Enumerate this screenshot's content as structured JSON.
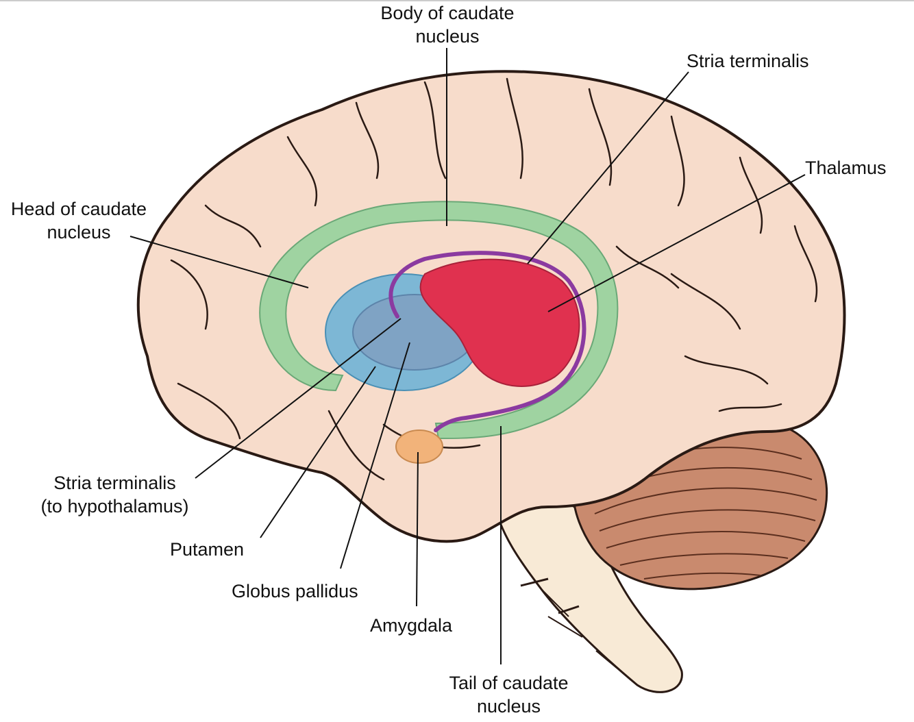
{
  "labels": {
    "body_caudate": [
      "Body of caudate",
      "nucleus"
    ],
    "stria_terminalis_top": "Stria terminalis",
    "thalamus": "Thalamus",
    "head_caudate": [
      "Head of caudate",
      "nucleus"
    ],
    "stria_terminalis_bottom": [
      "Stria terminalis",
      "(to hypothalamus)"
    ],
    "putamen": "Putamen",
    "globus_pallidus": "Globus pallidus",
    "amygdala": "Amygdala",
    "tail_caudate": [
      "Tail of caudate",
      "nucleus"
    ]
  },
  "colors": {
    "cortex": "#f7dccb",
    "outline": "#2a1a14",
    "caudate": "#8fd19a",
    "putamen": "#6fb3d6",
    "globus_pallidus": "#7fa1c2",
    "thalamus": "#e0314f",
    "stria": "#8b3aa0",
    "amygdala": "#f2b37a",
    "cerebellum": "#c98a6e",
    "brainstem": "#f8ead6"
  }
}
